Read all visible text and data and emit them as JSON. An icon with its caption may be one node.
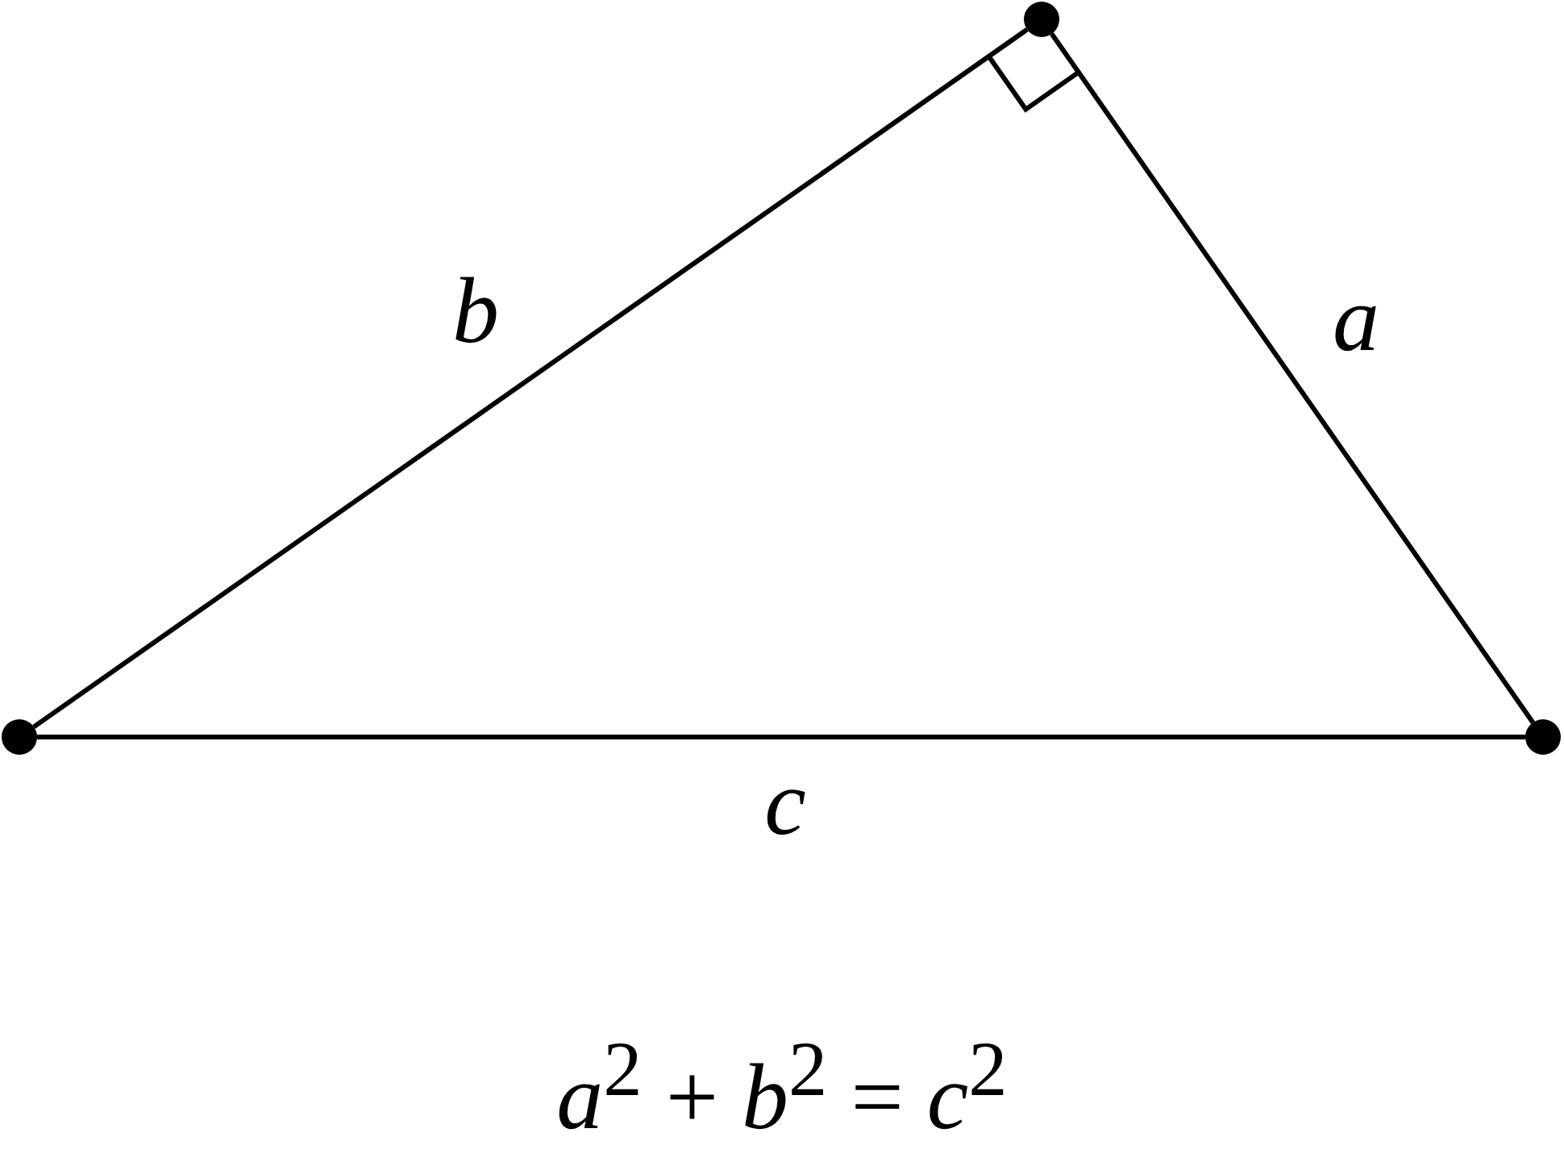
{
  "diagram": {
    "caption": "*a*$^{2}$ + *b*$^{2}$ = *c*$^{2}$",
    "nodes": [
      {
        "text": [],
        "shape": "circle"
      },
      {
        "text": [],
        "shape": "circle"
      },
      {
        "text": [],
        "shape": "circle"
      }
    ],
    "edges": [
      {
        "from": 0,
        "to": 1,
        "arrow": "none",
        "label": "b"
      },
      {
        "from": 1,
        "to": 2,
        "arrow": "none",
        "label": "a"
      },
      {
        "from": 0,
        "to": 2,
        "arrow": "none",
        "label": "c"
      }
    ]
  }
}
